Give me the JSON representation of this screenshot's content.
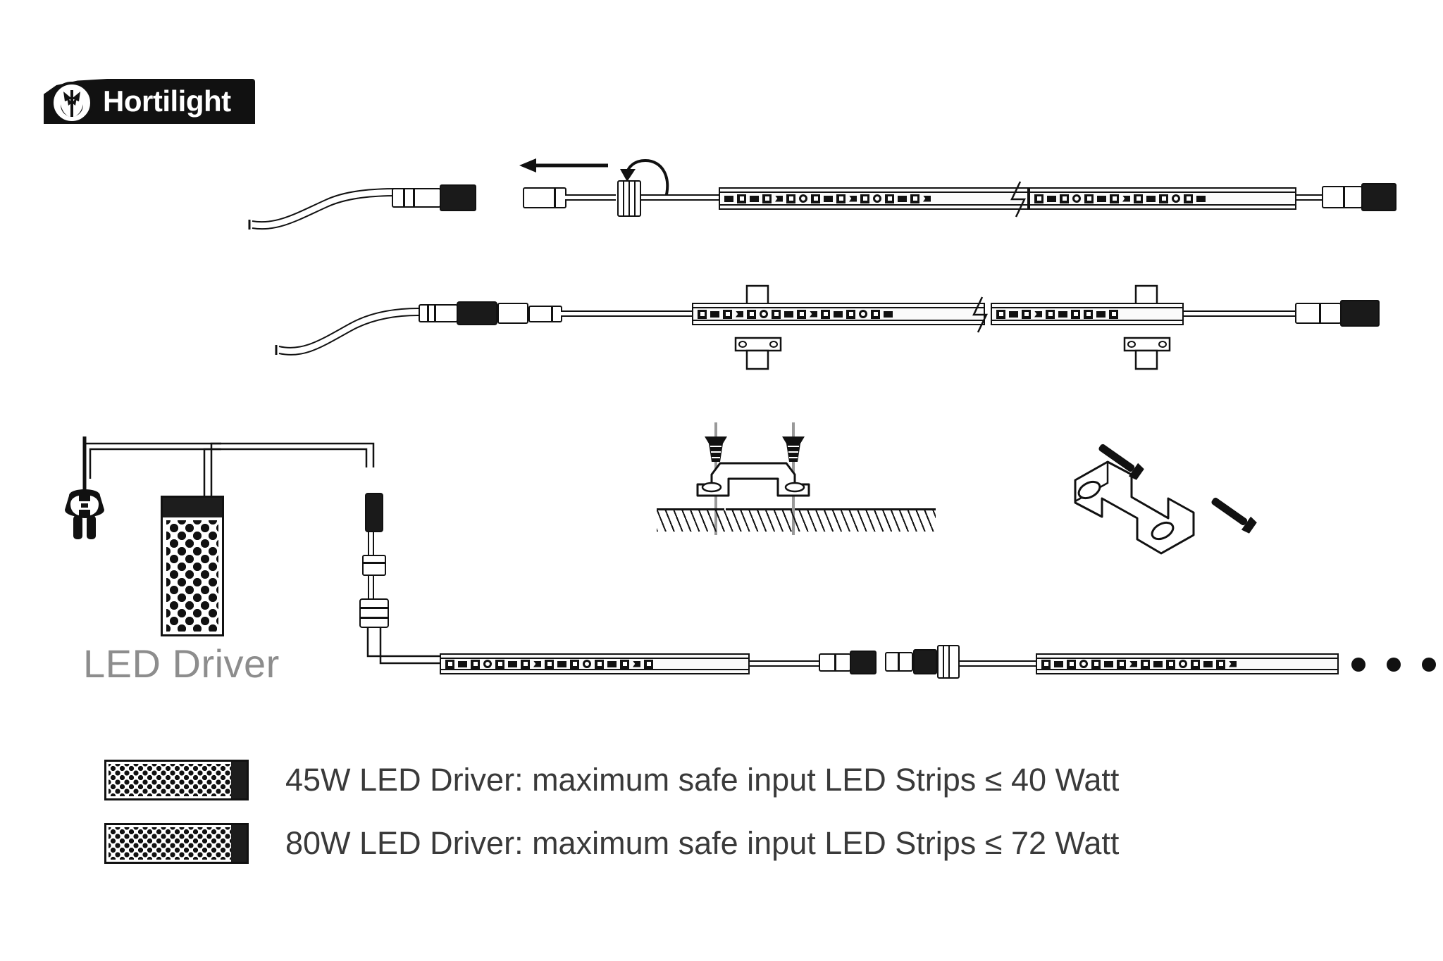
{
  "brand": {
    "name": "Hortilight",
    "logo_icon": "tulip-plant-icon"
  },
  "labels": {
    "led_driver": "LED Driver"
  },
  "legend": [
    {
      "icon": "led-driver-45w-icon",
      "text": "45W LED Driver: maximum safe input LED Strips ≤ 40 Watt"
    },
    {
      "icon": "led-driver-80w-icon",
      "text": "80W LED Driver: maximum safe input LED Strips ≤ 72 Watt"
    }
  ],
  "diagram": {
    "rows": [
      {
        "name": "row-connect-strip",
        "parts": [
          "power-lead-cable",
          "dc-barrel-plug",
          "dc-barrel-socket",
          "pull-arrow",
          "rotate-arrow",
          "threaded-nut",
          "led-strip",
          "end-cap-connector"
        ]
      },
      {
        "name": "row-mounted-strip",
        "parts": [
          "power-lead-cable",
          "waterproof-connector",
          "led-strip",
          "mounting-clip",
          "end-cap-connector"
        ]
      },
      {
        "name": "row-daisy-chain",
        "parts": [
          "mains-plug",
          "led-driver-box",
          "dc-output-cable",
          "inline-connector",
          "led-strip-1",
          "link-connector",
          "led-strip-2",
          "continuation-dots"
        ]
      }
    ],
    "mounting": {
      "clip_front_view": "mounting-clip-front",
      "clip_iso_view": "mounting-clip-iso",
      "screws": 2,
      "surface": "hatched-mounting-surface"
    },
    "colors": {
      "line": "#111111",
      "fill": "#ffffff",
      "dark_part": "#1a1a1a",
      "text": "#3a3a3a",
      "muted_text": "#8d8d8d",
      "background": "#ffffff"
    }
  }
}
